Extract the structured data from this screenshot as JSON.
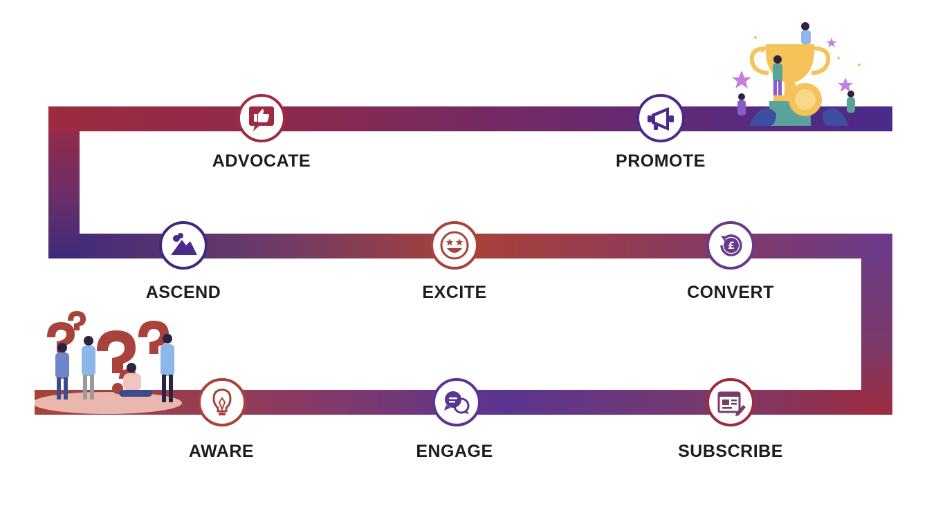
{
  "colors": {
    "crimson": "#9e2b3f",
    "purple": "#4a2a8a",
    "rust": "#a8423a",
    "mauve": "#7a3a6a",
    "label": "#1e1a1f"
  },
  "stages": [
    {
      "label": "AWARE",
      "icon": "lightbulb-icon"
    },
    {
      "label": "ENGAGE",
      "icon": "chat-bubbles-icon"
    },
    {
      "label": "SUBSCRIBE",
      "icon": "subscribe-form-icon"
    },
    {
      "label": "CONVERT",
      "icon": "pound-refresh-icon"
    },
    {
      "label": "EXCITE",
      "icon": "star-eyes-smiley-icon"
    },
    {
      "label": "ASCEND",
      "icon": "mountain-icon"
    },
    {
      "label": "ADVOCATE",
      "icon": "thumbs-up-speech-icon"
    },
    {
      "label": "PROMOTE",
      "icon": "megaphone-icon"
    }
  ],
  "illustrations": {
    "start": "confused-people-question-marks-illustration",
    "end": "trophy-celebration-illustration"
  }
}
